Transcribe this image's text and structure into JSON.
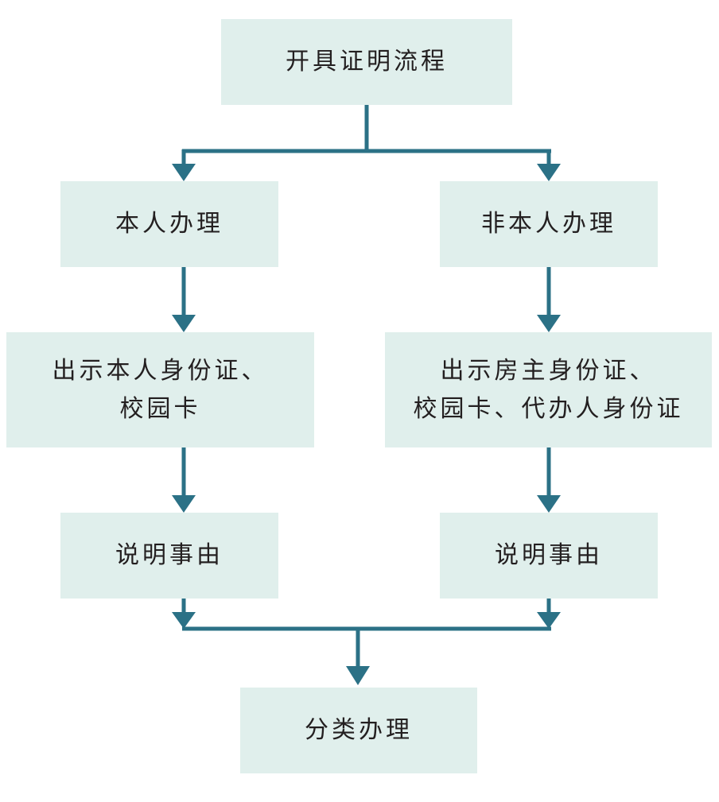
{
  "diagram": {
    "line_color": "#2b7186",
    "box_color": "#e0efec",
    "nodes": {
      "start": "开具证明流程",
      "self": "本人办理",
      "other": "非本人办理",
      "self_docs": [
        "出示本人身份证、",
        "校园卡"
      ],
      "other_docs": [
        "出示房主身份证、",
        "校园卡、代办人身份证"
      ],
      "self_reason": "说明事由",
      "other_reason": "说明事由",
      "final": "分类办理"
    }
  }
}
